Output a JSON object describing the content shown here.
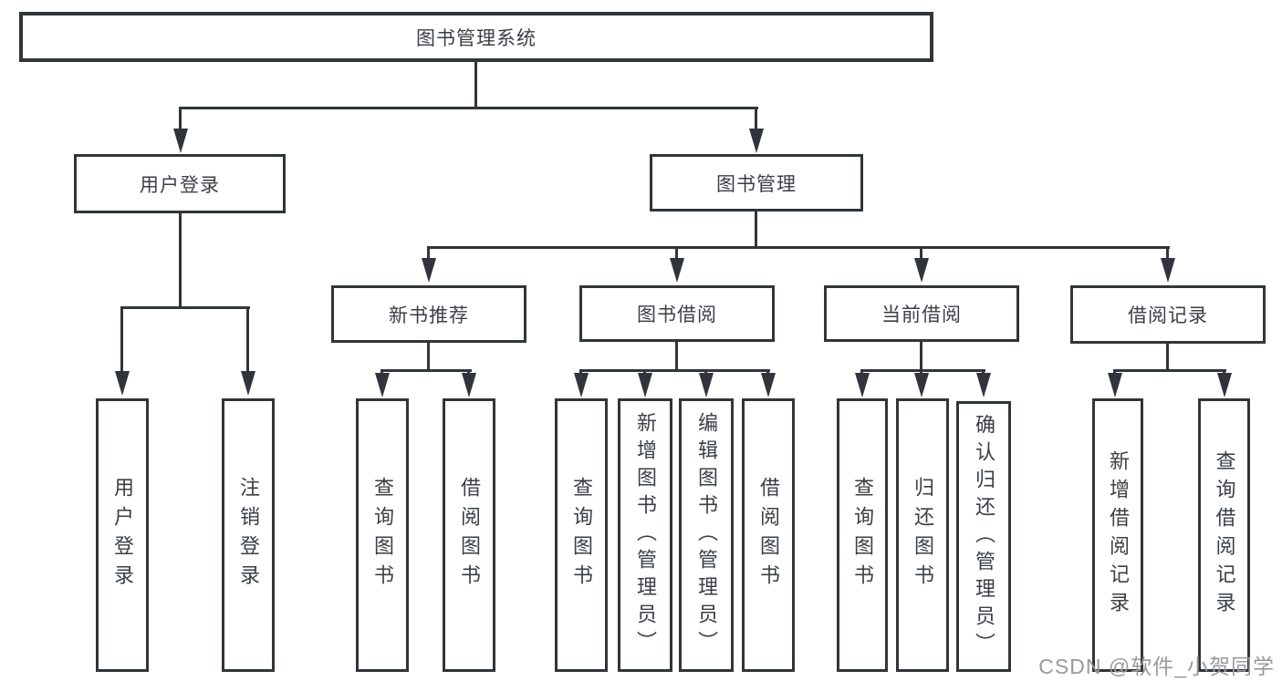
{
  "watermark": "CSDN @软件_小贺同学",
  "colors": {
    "line": "#31353b",
    "text": "#3a3f46",
    "watermark": "#9a9a9a",
    "background": "#ffffff"
  },
  "tree": {
    "label": "图书管理系统",
    "children": [
      {
        "label": "用户登录",
        "children": [
          {
            "label": "用户登录"
          },
          {
            "label": "注销登录"
          }
        ]
      },
      {
        "label": "图书管理",
        "children": [
          {
            "label": "新书推荐",
            "children": [
              {
                "label": "查询图书"
              },
              {
                "label": "借阅图书"
              }
            ]
          },
          {
            "label": "图书借阅",
            "children": [
              {
                "label": "查询图书"
              },
              {
                "label": "新增图书（管理员）"
              },
              {
                "label": "编辑图书（管理员）"
              },
              {
                "label": "借阅图书"
              }
            ]
          },
          {
            "label": "当前借阅",
            "children": [
              {
                "label": "查询图书"
              },
              {
                "label": "归还图书"
              },
              {
                "label": "确认归还（管理员）"
              }
            ]
          },
          {
            "label": "借阅记录",
            "children": [
              {
                "label": "新增借阅记录"
              },
              {
                "label": "查询借阅记录"
              }
            ]
          }
        ]
      }
    ]
  }
}
